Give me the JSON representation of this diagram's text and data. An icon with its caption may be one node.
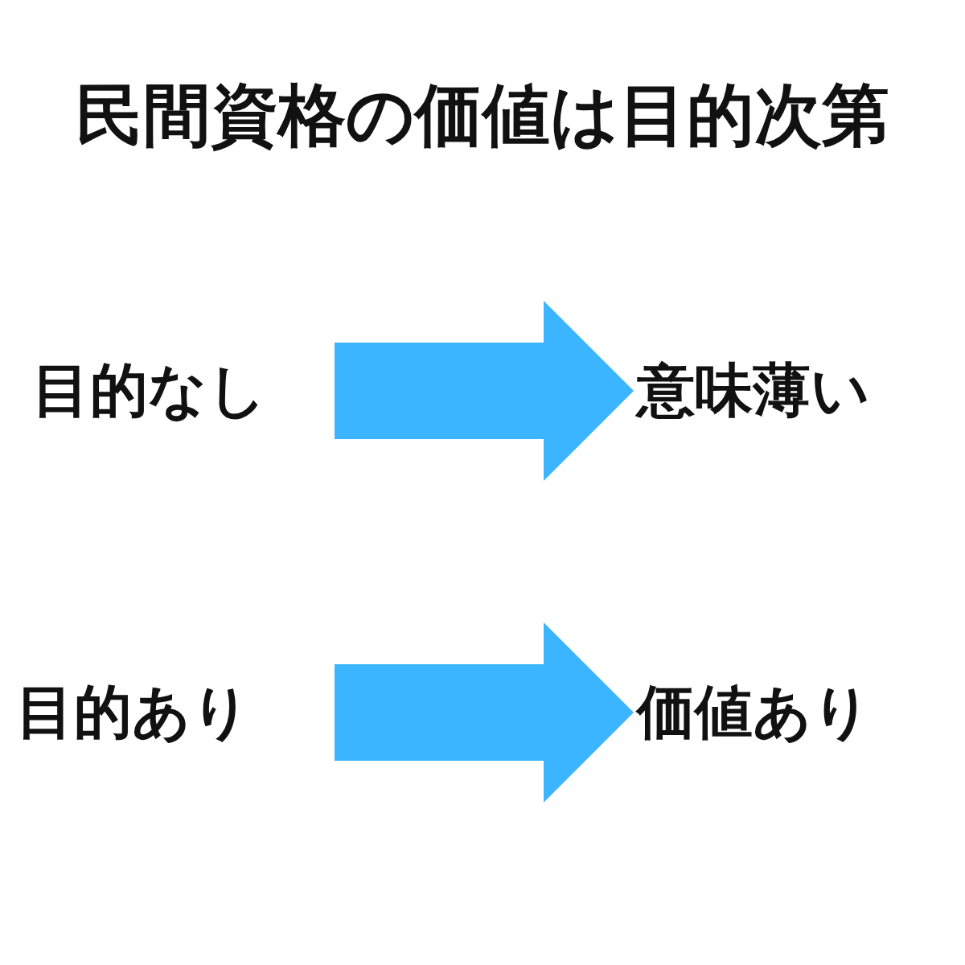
{
  "diagram": {
    "title": "民間資格の価値は目的次第",
    "nodes": [
      {
        "text": [
          "目的なし"
        ]
      },
      {
        "text": [
          "意味薄い"
        ]
      },
      {
        "text": [
          "目的あり"
        ]
      },
      {
        "text": [
          "価値あり"
        ]
      }
    ],
    "edges": [
      {
        "from": 0,
        "to": 1,
        "arrow": "to"
      },
      {
        "from": 2,
        "to": 3,
        "arrow": "to"
      }
    ]
  }
}
